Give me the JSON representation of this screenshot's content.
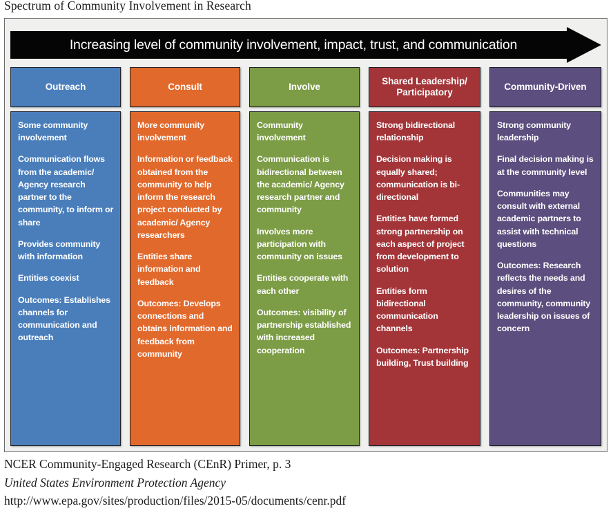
{
  "title": "Spectrum of Community Involvement in Research",
  "banner": {
    "label": "Increasing level of community involvement, impact, trust, and communication",
    "background": "#050505",
    "text_color": "#ffffff",
    "icon": "right-arrow-banner"
  },
  "columns": [
    {
      "name": "outreach",
      "header": "Outreach",
      "color": "#4A7EBB",
      "paragraphs": [
        "Some community involvement",
        "Communication flows from the academic/ Agency research partner to the community, to inform or share",
        "Provides community with information",
        "Entities coexist",
        "Outcomes: Establishes channels for communication and outreach"
      ]
    },
    {
      "name": "consult",
      "header": "Consult",
      "color": "#E2692C",
      "paragraphs": [
        "More community involvement",
        "Information or feedback obtained from the community to help inform the research project conducted by academic/ Agency researchers",
        "Entities share information and feedback",
        "Outcomes: Develops connections and obtains information and feedback from community"
      ]
    },
    {
      "name": "involve",
      "header": "Involve",
      "color": "#7C9C46",
      "paragraphs": [
        "Community involvement",
        "Communication is bidirectional between the academic/ Agency research partner and community",
        "Involves more participation with community on issues",
        "Entities cooperate with each other",
        "Outcomes: visibility of partnership established with increased cooperation"
      ]
    },
    {
      "name": "shared-leadership-participatory",
      "header": "Shared Leadership/ Participatory",
      "color": "#A33539",
      "paragraphs": [
        "Strong bidirectional relationship",
        "Decision making is equally shared; communication is bi-directional",
        "Entities have formed strong partnership on each aspect of project from development to solution",
        "Entities form bidirectional communication channels",
        "Outcomes: Partnership building, Trust building"
      ]
    },
    {
      "name": "community-driven",
      "header": "Community-Driven",
      "color": "#5C4E7E",
      "paragraphs": [
        "Strong community leadership",
        "Final decision making is at the community level",
        "Communities may consult with external academic partners to assist with technical questions",
        "Outcomes: Research reflects the needs and desires of the community, community leadership on issues of concern"
      ]
    }
  ],
  "caption": {
    "line1": "NCER Community-Engaged Research (CEnR) Primer, p. 3",
    "line2": "United States Environment Protection Agency",
    "line3": "http://www.epa.gov/sites/production/files/2015-05/documents/cenr.pdf"
  }
}
